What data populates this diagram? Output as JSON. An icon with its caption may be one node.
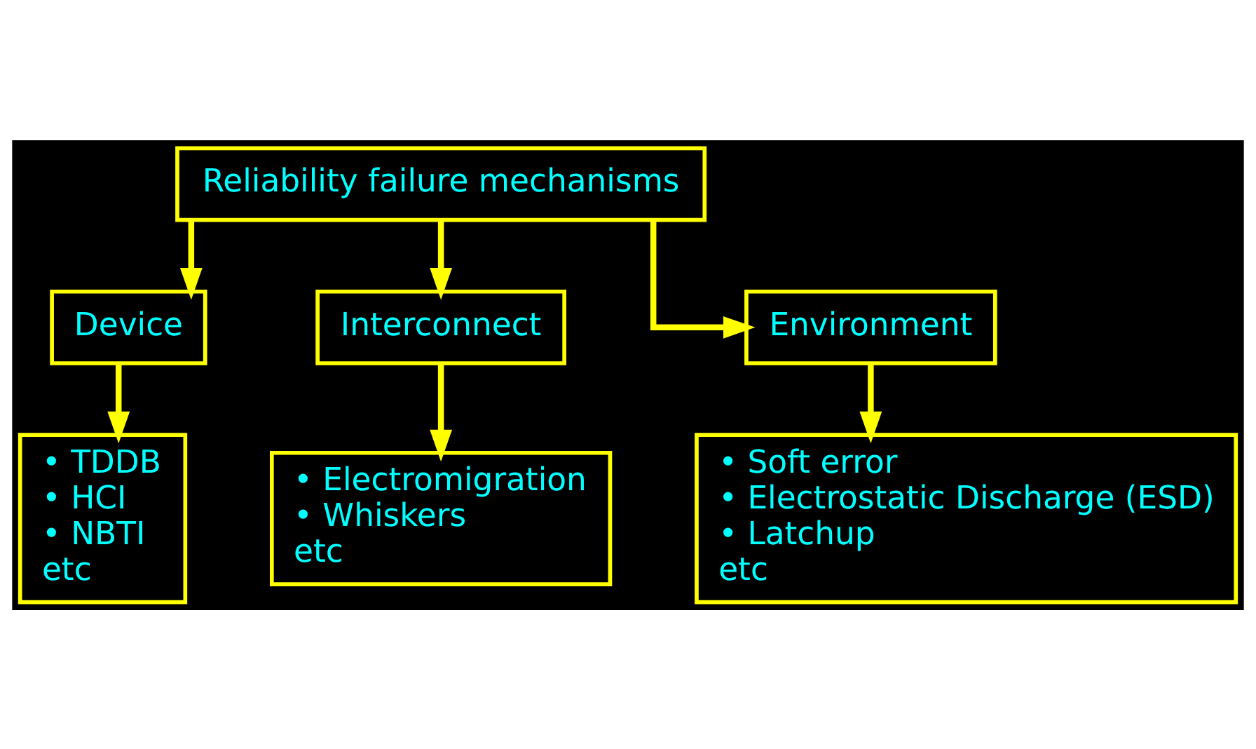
{
  "diagram": {
    "nodes": [
      {
        "text": [
          "Reliability failure mechanisms"
        ]
      },
      {
        "text": [
          "Device"
        ]
      },
      {
        "text": [
          "Interconnect"
        ]
      },
      {
        "text": [
          "Environment"
        ]
      },
      {
        "text": [
          "• TDDB",
          "• HCI",
          "• NBTI",
          "etc"
        ]
      },
      {
        "text": [
          "• Electromigration",
          "• Whiskers",
          "etc"
        ]
      },
      {
        "text": [
          "• Soft error",
          "• Electrostatic Discharge (ESD)",
          "• Latchup",
          "etc"
        ]
      }
    ],
    "edges": [
      {
        "from": 0,
        "to": 1,
        "arrow": "to"
      },
      {
        "from": 0,
        "to": 2,
        "arrow": "to"
      },
      {
        "from": 0,
        "to": 3,
        "arrow": "to"
      },
      {
        "from": 1,
        "to": 4,
        "arrow": "to"
      },
      {
        "from": 2,
        "to": 5,
        "arrow": "to"
      },
      {
        "from": 3,
        "to": 6,
        "arrow": "to"
      }
    ]
  }
}
